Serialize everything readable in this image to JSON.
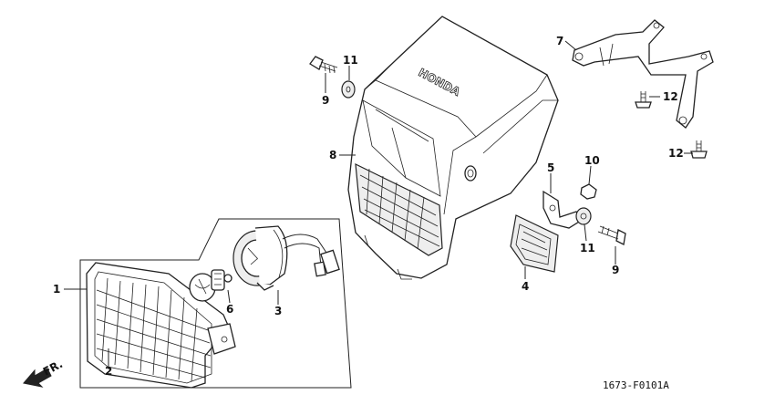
{
  "callouts": {
    "c1": "1",
    "c2": "2",
    "c3": "3",
    "c4": "4",
    "c5": "5",
    "c6": "6",
    "c7": "7",
    "c8": "8",
    "c9a": "9",
    "c9b": "9",
    "c10": "10",
    "c11a": "11",
    "c11b": "11",
    "c12a": "12",
    "c12b": "12"
  },
  "brand": "HONDA",
  "direction": "FR.",
  "diagram_code": "1673-F0101A",
  "colors": {
    "ink": "#222222",
    "paper": "#ffffff",
    "shade": "#eeeeee"
  }
}
